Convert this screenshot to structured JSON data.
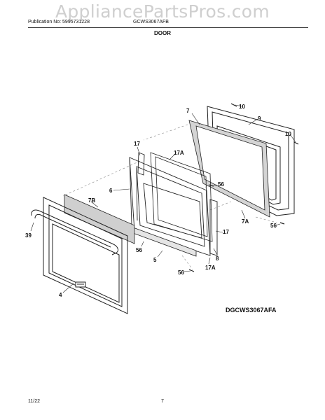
{
  "watermark": "AppliancePartsPros.com",
  "header": {
    "publication": "Publication No: 5995731228",
    "model": "GCWS3067AFB",
    "section_title": "DOOR"
  },
  "diagram_code": "DGCWS3067AFA",
  "footer": {
    "date": "11/22",
    "page": "7"
  },
  "callouts": [
    "10",
    "7",
    "9",
    "10",
    "17",
    "17A",
    "6",
    "7B",
    "56",
    "39",
    "17",
    "7A",
    "56",
    "56",
    "5",
    "8",
    "17A",
    "56",
    "4"
  ],
  "colors": {
    "line": "#222222",
    "dashed": "#888888",
    "gasket": "#d4d4d4",
    "watermark": "#cfcfcf"
  }
}
